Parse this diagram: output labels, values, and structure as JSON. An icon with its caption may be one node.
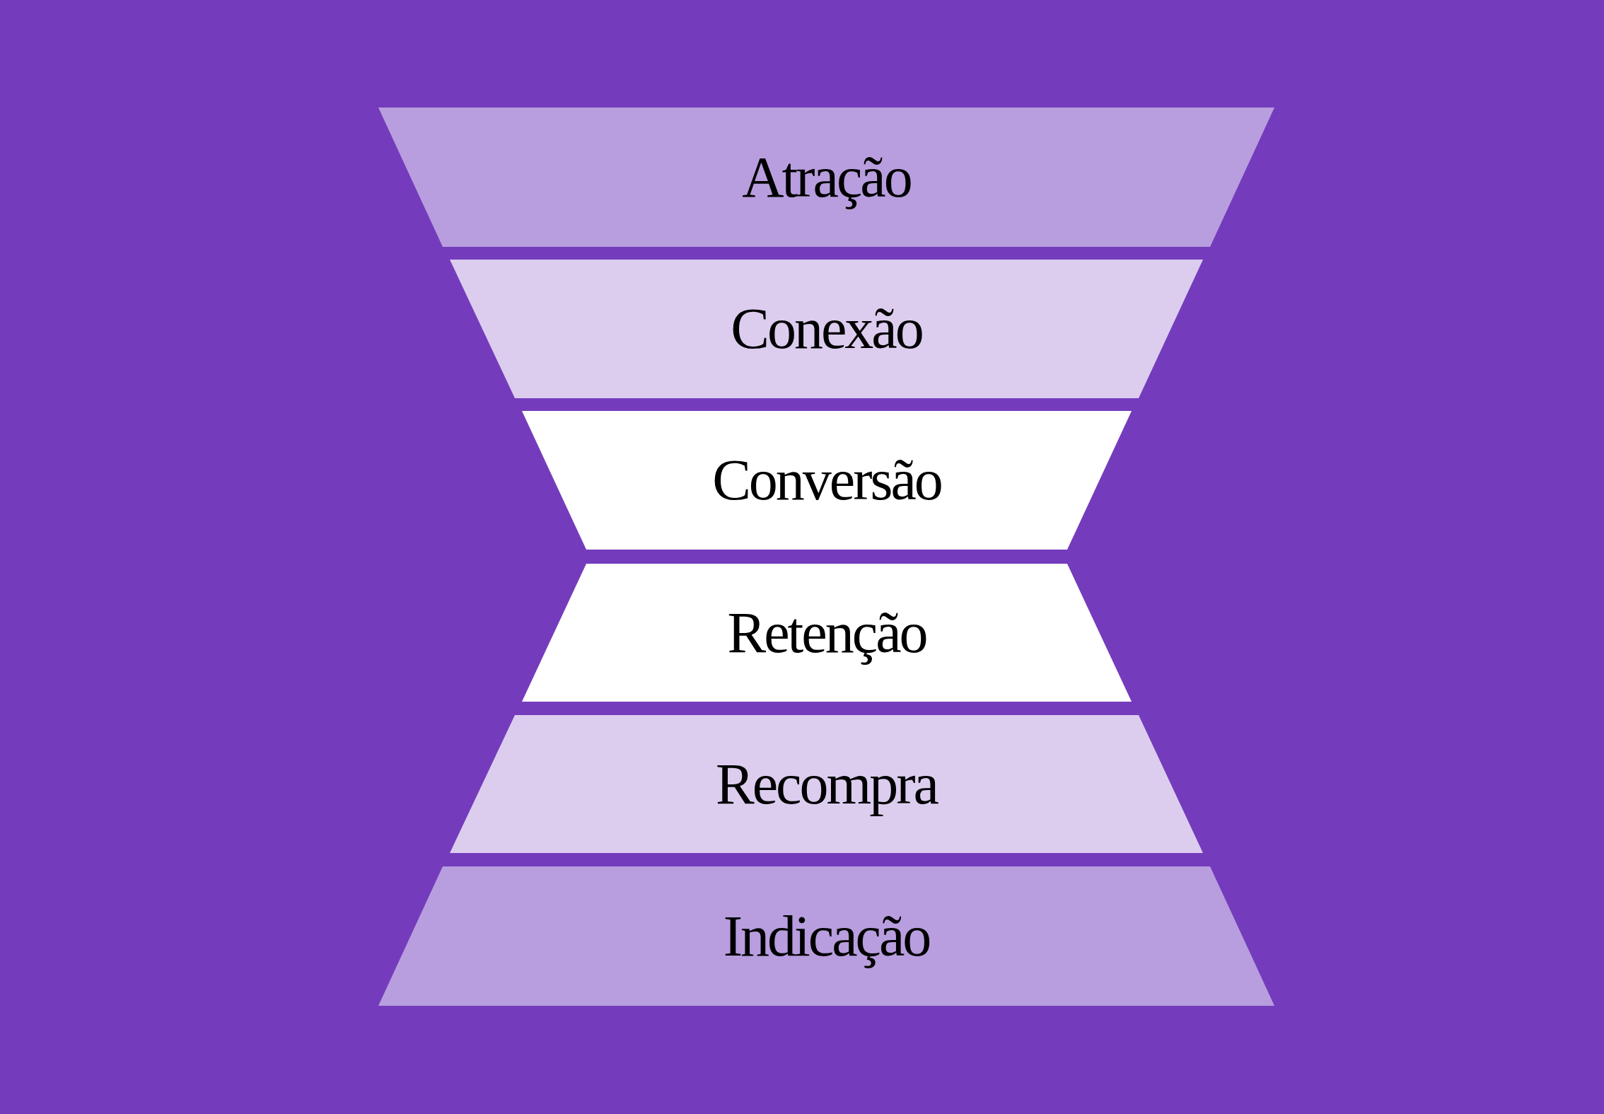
{
  "diagram": {
    "nodes": [
      {
        "text": [
          "Atração"
        ]
      },
      {
        "text": [
          "Conexão"
        ]
      },
      {
        "text": [
          "Conversão"
        ]
      },
      {
        "text": [
          "Retenção"
        ]
      },
      {
        "text": [
          "Recompra"
        ]
      },
      {
        "text": [
          "Indicação"
        ]
      }
    ]
  }
}
